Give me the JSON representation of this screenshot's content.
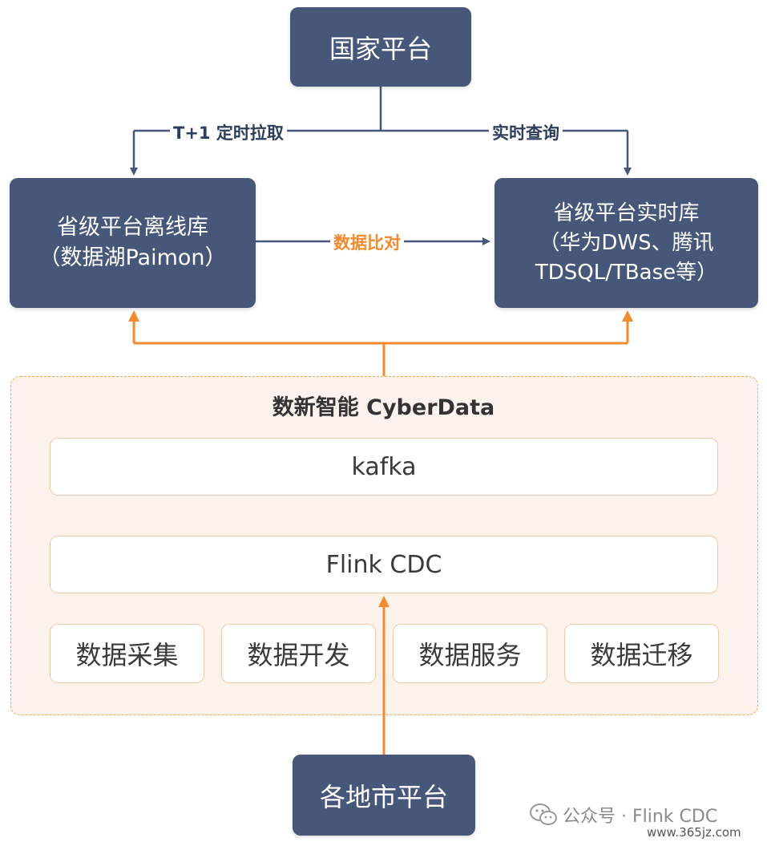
{
  "nodes": {
    "national": "国家平台",
    "offline_line1": "省级平台离线库",
    "offline_line2": "（数据湖Paimon）",
    "realtime_line1": "省级平台实时库",
    "realtime_line2": "（华为DWS、腾讯",
    "realtime_line3": "TDSQL/TBase等）",
    "local": "各地市平台"
  },
  "edge_labels": {
    "t1_pull": "T+1 定时拉取",
    "realtime_query": "实时查询",
    "data_compare": "数据比对"
  },
  "platform": {
    "title": "数新智能 CyberData",
    "kafka": "kafka",
    "flink": "Flink CDC",
    "capabilities": [
      "数据采集",
      "数据开发",
      "数据服务",
      "数据迁移"
    ]
  },
  "watermark": {
    "account": "公众号 · Flink CDC",
    "site": "www.365jz.com"
  },
  "colors": {
    "node_fill": "#46577a",
    "dark_arrow": "#46577a",
    "orange_arrow": "#f28a2e",
    "platform_fill": "#fef3ec",
    "platform_border": "#f4a35c"
  }
}
